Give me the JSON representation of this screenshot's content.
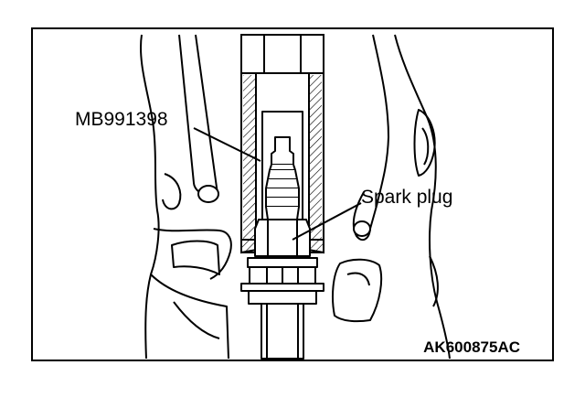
{
  "diagram": {
    "labels": {
      "tool": "MB991398",
      "part": "Spark plug",
      "figure_id": "AK600875AC"
    }
  }
}
